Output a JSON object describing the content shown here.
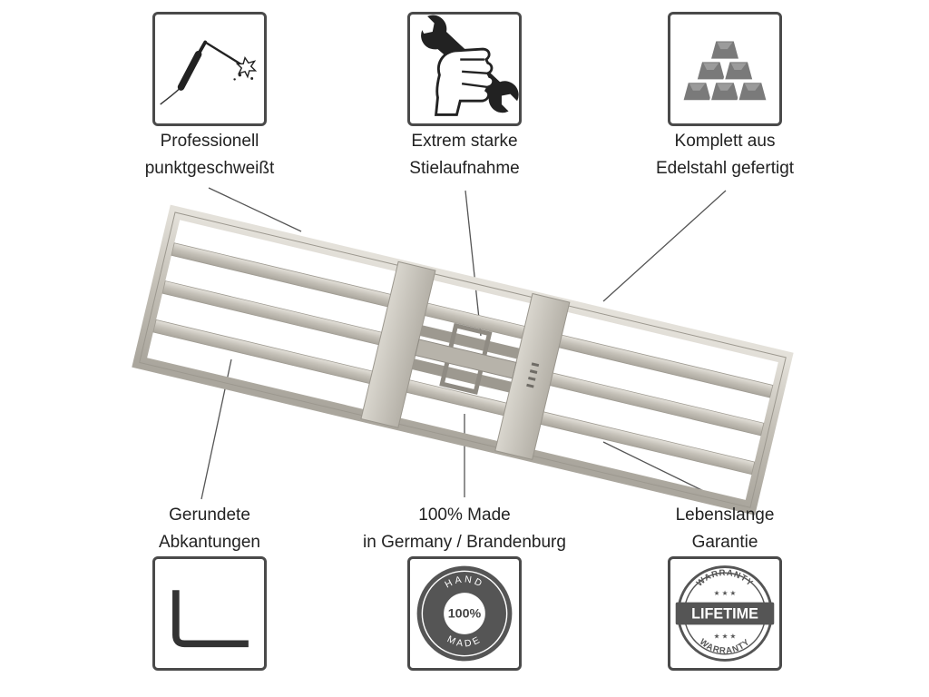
{
  "features": {
    "welded": {
      "line1": "Professionell",
      "line2": "punktgeschweißt",
      "icon": "welding-torch-icon"
    },
    "handle": {
      "line1": "Extrem starke",
      "line2": "Stielaufnahme",
      "icon": "fist-wrench-icon"
    },
    "steel": {
      "line1": "Komplett aus",
      "line2": "Edelstahl gefertigt",
      "icon": "metal-bars-icon"
    },
    "rounded": {
      "line1": "Gerundete",
      "line2": "Abkantungen",
      "icon": "rounded-corner-icon"
    },
    "made": {
      "line1": "100% Made",
      "line2": "in Germany / Brandenburg",
      "icon": "handmade-seal-icon"
    },
    "warranty": {
      "line1": "Lebenslange",
      "line2": "Garantie",
      "icon": "lifetime-warranty-seal-icon"
    }
  },
  "seals": {
    "handmade": {
      "top": "HAND",
      "center": "100%",
      "bottom": "MADE"
    },
    "warranty": {
      "top": "WARRANTY",
      "center": "LIFETIME",
      "bottom": "WARRANTY"
    }
  },
  "colors": {
    "icon_border": "#4a4a4a",
    "steel": "#c9c5bc",
    "leader": "#555555"
  }
}
